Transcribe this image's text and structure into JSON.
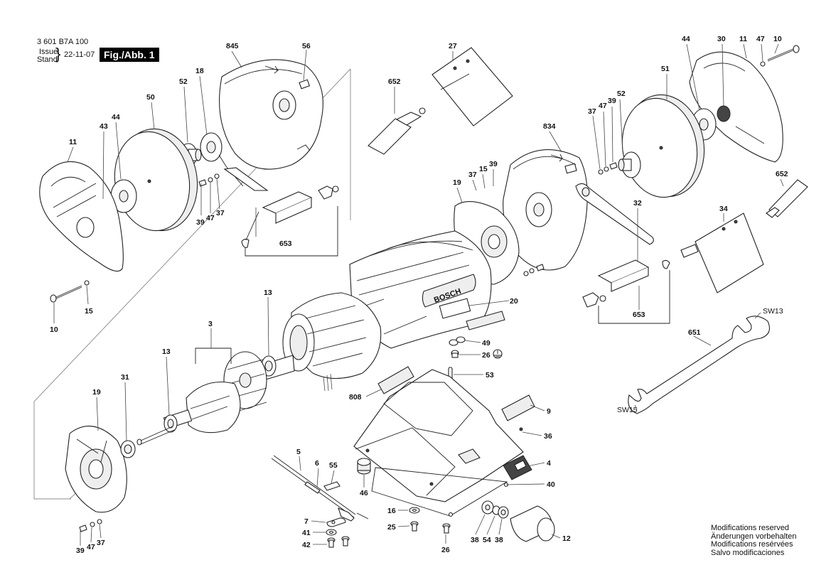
{
  "header": {
    "part_number": "3 601 B7A 100",
    "issue_label": "Issue",
    "stand_label": "Stand",
    "date": "22-11-07",
    "figure": "Fig./Abb. 1"
  },
  "footer": {
    "lines": [
      "Modifications reserved",
      "Änderungen vorbehalten",
      "Modifications resérvées",
      "Salvo modificaciones"
    ]
  },
  "brand": "BOSCH",
  "callouts": [
    {
      "id": "c845",
      "label": "845"
    },
    {
      "id": "c56",
      "label": "56"
    },
    {
      "id": "c18",
      "label": "18"
    },
    {
      "id": "c52a",
      "label": "52"
    },
    {
      "id": "c50",
      "label": "50"
    },
    {
      "id": "c44a",
      "label": "44"
    },
    {
      "id": "c43",
      "label": "43"
    },
    {
      "id": "c11a",
      "label": "11"
    },
    {
      "id": "c39a",
      "label": "39"
    },
    {
      "id": "c47a",
      "label": "47"
    },
    {
      "id": "c37a",
      "label": "37"
    },
    {
      "id": "c653a",
      "label": "653"
    },
    {
      "id": "c15a",
      "label": "15"
    },
    {
      "id": "c10a",
      "label": "10"
    },
    {
      "id": "c27",
      "label": "27"
    },
    {
      "id": "c652a",
      "label": "652"
    },
    {
      "id": "c44b",
      "label": "44"
    },
    {
      "id": "c30",
      "label": "30"
    },
    {
      "id": "c11b",
      "label": "11"
    },
    {
      "id": "c47b",
      "label": "47"
    },
    {
      "id": "c10b",
      "label": "10"
    },
    {
      "id": "c51",
      "label": "51"
    },
    {
      "id": "c37b",
      "label": "37"
    },
    {
      "id": "c47c",
      "label": "47"
    },
    {
      "id": "c39b",
      "label": "39"
    },
    {
      "id": "c52b",
      "label": "52"
    },
    {
      "id": "c834",
      "label": "834"
    },
    {
      "id": "c39c",
      "label": "39"
    },
    {
      "id": "c15b",
      "label": "15"
    },
    {
      "id": "c37c",
      "label": "37"
    },
    {
      "id": "c19a",
      "label": "19"
    },
    {
      "id": "c652b",
      "label": "652"
    },
    {
      "id": "c32",
      "label": "32"
    },
    {
      "id": "c34",
      "label": "34"
    },
    {
      "id": "c20",
      "label": "20"
    },
    {
      "id": "c653b",
      "label": "653"
    },
    {
      "id": "c3",
      "label": "3"
    },
    {
      "id": "c13a",
      "label": "13"
    },
    {
      "id": "c13b",
      "label": "13"
    },
    {
      "id": "c49",
      "label": "49"
    },
    {
      "id": "c26a",
      "label": "26"
    },
    {
      "id": "c53",
      "label": "53"
    },
    {
      "id": "c651",
      "label": "651"
    },
    {
      "id": "csw13",
      "label": "SW13"
    },
    {
      "id": "csw15",
      "label": "SW15"
    },
    {
      "id": "c19b",
      "label": "19"
    },
    {
      "id": "c31",
      "label": "31"
    },
    {
      "id": "c808",
      "label": "808"
    },
    {
      "id": "c9",
      "label": "9"
    },
    {
      "id": "c36",
      "label": "36"
    },
    {
      "id": "c5",
      "label": "5"
    },
    {
      "id": "c6",
      "label": "6"
    },
    {
      "id": "c55",
      "label": "55"
    },
    {
      "id": "c4",
      "label": "4"
    },
    {
      "id": "c40",
      "label": "40"
    },
    {
      "id": "c46",
      "label": "46"
    },
    {
      "id": "c16",
      "label": "16"
    },
    {
      "id": "c25",
      "label": "25"
    },
    {
      "id": "c26b",
      "label": "26"
    },
    {
      "id": "c7",
      "label": "7"
    },
    {
      "id": "c41",
      "label": "41"
    },
    {
      "id": "c42",
      "label": "42"
    },
    {
      "id": "c38a",
      "label": "38"
    },
    {
      "id": "c54",
      "label": "54"
    },
    {
      "id": "c38b",
      "label": "38"
    },
    {
      "id": "c12",
      "label": "12"
    },
    {
      "id": "c39d",
      "label": "39"
    },
    {
      "id": "c47d",
      "label": "47"
    },
    {
      "id": "c37d",
      "label": "37"
    }
  ]
}
